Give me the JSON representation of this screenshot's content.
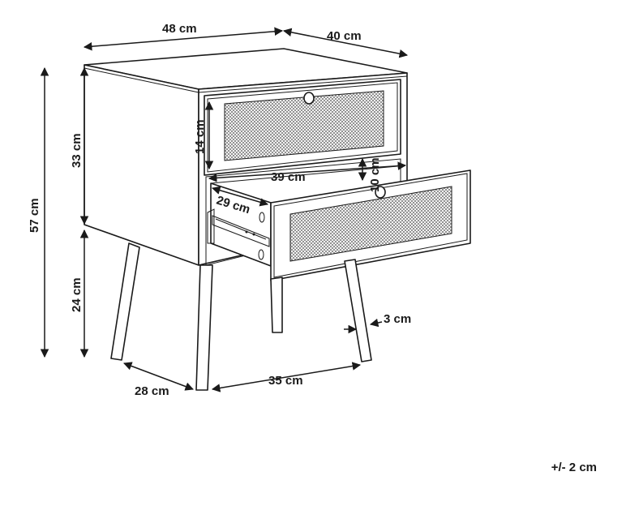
{
  "dimensions": {
    "width": "48 cm",
    "depth": "40 cm",
    "total_height": "57 cm",
    "body_height": "33 cm",
    "drawer_front_height": "14 cm",
    "drawer_inner_width": "39 cm",
    "drawer_inner_depth": "29 cm",
    "drawer_inner_height": "10 cm",
    "leg_height": "24 cm",
    "leg_diameter": "3 cm",
    "leg_spread_depth": "28 cm",
    "leg_spread_width": "35 cm"
  },
  "tolerance": "+/- 2 cm"
}
